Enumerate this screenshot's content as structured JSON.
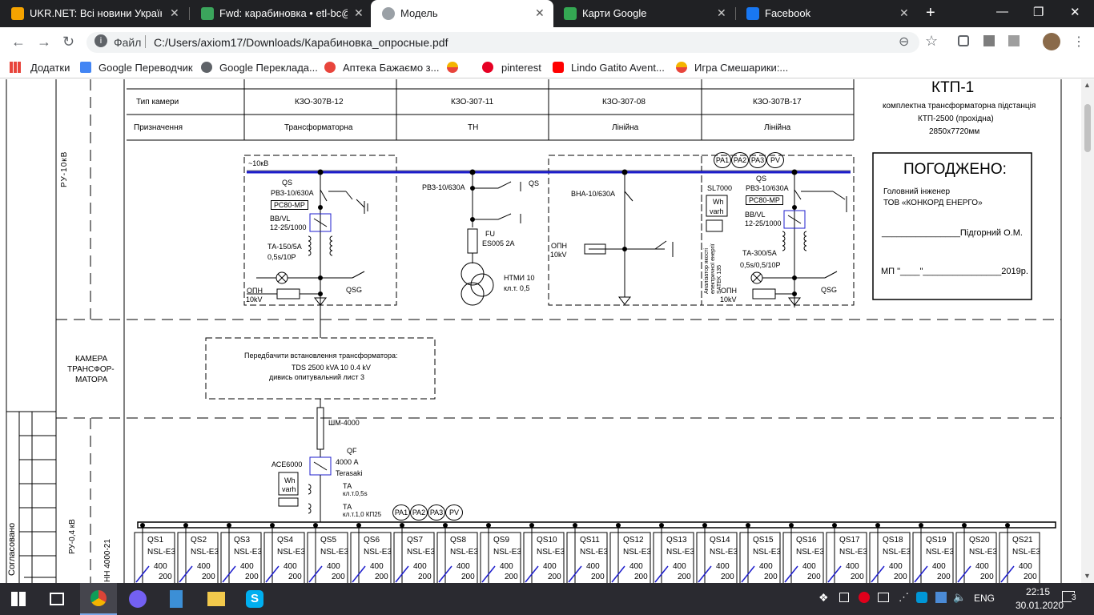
{
  "tabs": [
    {
      "title": "UKR.NET: Всі новини України,",
      "icon": "ukrnet-icon",
      "color": "#f5a300"
    },
    {
      "title": "Fwd: карабиновка • etl-bc@ul",
      "icon": "mail-icon",
      "color": "#3ba55c"
    },
    {
      "title": "Модель",
      "icon": "globe-icon",
      "color": "#9aa0a6"
    },
    {
      "title": "Карти Google",
      "icon": "maps-icon",
      "color": "#34a853"
    },
    {
      "title": "Facebook",
      "icon": "facebook-icon",
      "color": "#1877f2"
    }
  ],
  "address": {
    "label": "Файл",
    "url": "C:/Users/axiom17/Downloads/Карабиновка_опросные.pdf"
  },
  "bookmarks": [
    {
      "label": "Додатки",
      "color": "#e8453c"
    },
    {
      "label": "Google Переводчик",
      "color": "#4285f4"
    },
    {
      "label": "Google Переклада...",
      "color": "#5f6368"
    },
    {
      "label": "Аптека Бажаємо з...",
      "color": "#e8453c"
    },
    {
      "label": "",
      "color": "#f4b400"
    },
    {
      "label": "pinterest",
      "color": "#e60023"
    },
    {
      "label": "Lindo Gatito Avent...",
      "color": "#ff0000"
    },
    {
      "label": "Игра Смешарики:...",
      "color": "#f4b400"
    }
  ],
  "doc": {
    "title": "КТП-1",
    "subtitle1": "комплектна трансформаторна підстанція",
    "subtitle2": "КТП-2500 (прохідна)",
    "dims": "2850x7720мм",
    "approved": "ПОГОДЖЕНО:",
    "chief1": "Головний інженер",
    "chief2": "ТОВ «КОНКОРД ЕНЕРГО»",
    "signature": "________________Підгорний О.М.",
    "stamp": "МП \"____\"________________2019р.",
    "row_type": "Тип камери",
    "row_purpose": "Призначення",
    "cells": [
      {
        "type": "КЗО-307В-12",
        "purpose": "Трансформаторна"
      },
      {
        "type": "КЗО-307-11",
        "purpose": "ТН"
      },
      {
        "type": "КЗО-307-08",
        "purpose": "Лінійна"
      },
      {
        "type": "КЗО-307В-17",
        "purpose": "Лінійна"
      }
    ],
    "ru10": "РУ-10кВ",
    "kamera": [
      "КАМЕРА",
      "ТРАНСФОР-",
      "МАТОРА"
    ],
    "ru04": "РУ-0,4 кВ",
    "nn": "НН 4000-21",
    "soglas": "Согласовано",
    "kv10": "~10кВ",
    "meters": [
      "PA1",
      "PA2",
      "PA3",
      "PV"
    ],
    "c1": {
      "qs": "QS",
      "rv": "РВЗ-10/630А",
      "pc": "РС80-МР",
      "bb1": "ВВ/VL",
      "bb2": "12-25/1000",
      "ta1": "ТА-150/5А",
      "ta2": "0,5s/10Р",
      "opn1": "ОПН",
      "opn2": "10kV",
      "qsg": "QSG"
    },
    "c2": {
      "rv": "РВЗ-10/630А",
      "qs": "QS",
      "fu": "FU",
      "es": "ES005 2A",
      "ntmi": "НТМИ 10",
      "kl": "кл.т. 0,5"
    },
    "c3": {
      "vna": "ВНА-10/630А",
      "opn1": "ОПН",
      "opn2": "10kV"
    },
    "c4": {
      "qs": "QS",
      "rv": "РВЗ-10/630А",
      "sl": "SL7000",
      "wh": "Wh",
      "varh": "varh",
      "pc": "РС80-МР",
      "bb1": "ВВ/VL",
      "bb2": "12-25/1000",
      "ta1": "ТА-300/5А",
      "ta2": "0,5s/0,5/10Р",
      "analyzer": "Аналізатор якості електричної енергії SATEK 135",
      "opn1": "ОПН",
      "opn2": "10kV",
      "qsg": "QSG"
    },
    "trans": [
      "Передбачити встановлення трансформатора:",
      "TDS 2500 kVA 10 0.4 kV",
      "дивись опитувальний лист 3"
    ],
    "shm": "ШМ-4000",
    "qf": "QF",
    "qf_a": "4000 А",
    "qf_b": "Terasaki",
    "ace": "АСЕ6000",
    "wh": "Wh",
    "varh": "varh",
    "ta_a": "ТА",
    "ta_a2": "кл.т.0,5s",
    "ta_b": "ТА",
    "ta_b2": "кл.т.1,0 КП25",
    "feeders": [
      "QS1",
      "QS2",
      "QS3",
      "QS4",
      "QS5",
      "QS6",
      "QS7",
      "QS8",
      "QS9",
      "QS10",
      "QS11",
      "QS12",
      "QS13",
      "QS14",
      "QS15",
      "QS16",
      "QS17",
      "QS18",
      "QS19",
      "QS20",
      "QS21"
    ],
    "nsl": "NSL-E3",
    "amp1": "400",
    "amp2": "200"
  },
  "taskbar": {
    "lang": "ENG",
    "time": "22:15",
    "date": "30.01.2020",
    "notif": "3"
  }
}
